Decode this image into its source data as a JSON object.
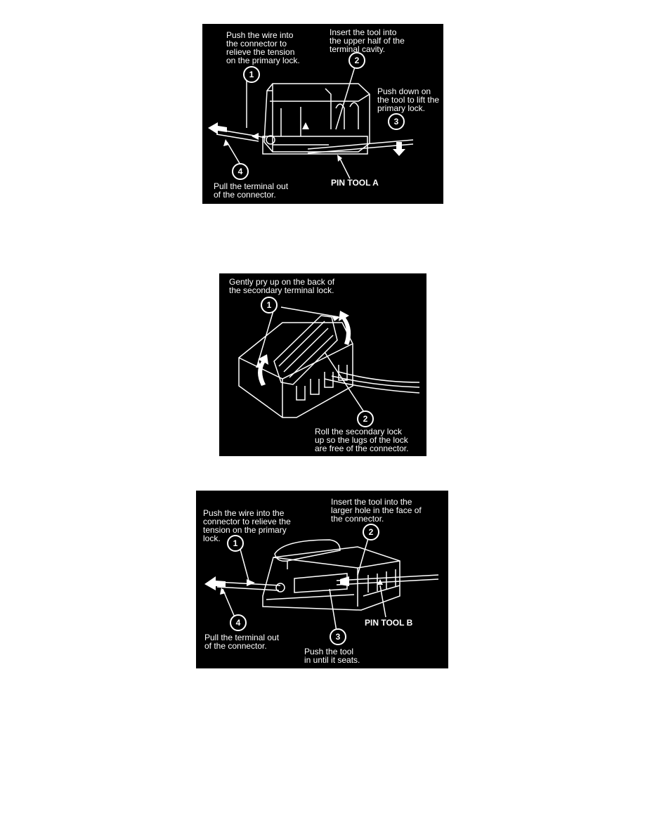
{
  "colors": {
    "page_bg": "#ffffff",
    "figure_bg": "#000000",
    "ink": "#ffffff"
  },
  "figures": [
    {
      "id": "pin-tool-a",
      "callouts": [
        {
          "number": "1",
          "text": "Push the wire into\nthe connector to\nrelieve the tension\non the primary lock."
        },
        {
          "number": "2",
          "text": "Insert the tool into\nthe upper half of the\nterminal cavity."
        },
        {
          "number": "3",
          "text": "Push down on\nthe tool to lift the\nprimary lock."
        },
        {
          "number": "4",
          "text": "Pull the terminal out\nof the connector."
        }
      ],
      "tool_label": "PIN TOOL A"
    },
    {
      "id": "secondary-lock",
      "callouts": [
        {
          "number": "1",
          "text": "Gently pry up on the back of\nthe secondary terminal lock."
        },
        {
          "number": "2",
          "text": "Roll the secondary lock\nup so the lugs of the lock\nare free of the connector."
        }
      ]
    },
    {
      "id": "pin-tool-b",
      "callouts": [
        {
          "number": "1",
          "text": "Push the wire into the\nconnector to relieve the\ntension on the primary\nlock."
        },
        {
          "number": "2",
          "text": "Insert the tool into the\nlarger hole in the face of\nthe connector."
        },
        {
          "number": "3",
          "text": "Push the tool\nin until it seats."
        },
        {
          "number": "4",
          "text": "Pull the terminal out\nof the connector."
        }
      ],
      "tool_label": "PIN TOOL B"
    }
  ]
}
